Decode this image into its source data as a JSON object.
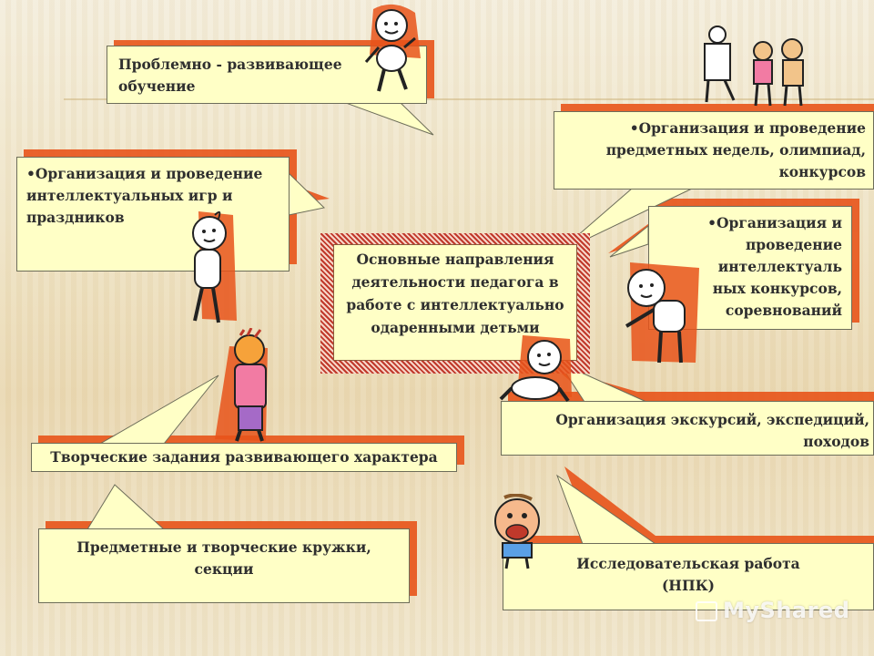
{
  "center": {
    "lines": [
      "Основные направления",
      "деятельности педагога в",
      "работе с интеллектуально",
      "одаренными детьми"
    ]
  },
  "boxes": {
    "problem": [
      "Проблемно - развивающее",
      "обучение"
    ],
    "intellectual_games": [
      "•Организация и проведение",
      "интеллектуальных игр и",
      "праздников"
    ],
    "subject_weeks": [
      "•Организация и проведение",
      "предметных недель, олимпиад,",
      "конкурсов"
    ],
    "intellectual_contests": [
      "•Организация и",
      "проведение",
      "интеллектуаль",
      "ных конкурсов,",
      "соревнований"
    ],
    "excursions": [
      "Организация экскурсий, экспедиций,",
      "походов"
    ],
    "creative_tasks": [
      "Творческие задания развивающего характера"
    ],
    "clubs": [
      "Предметные и творческие кружки,",
      "секции"
    ],
    "research": [
      "Исследовательская работа",
      "(НПК)"
    ]
  },
  "colors": {
    "callout_fill": "#ffffc6",
    "shadow": "#e8541a",
    "center_border": "#c0392b"
  },
  "watermark": {
    "text": "MyShared"
  }
}
